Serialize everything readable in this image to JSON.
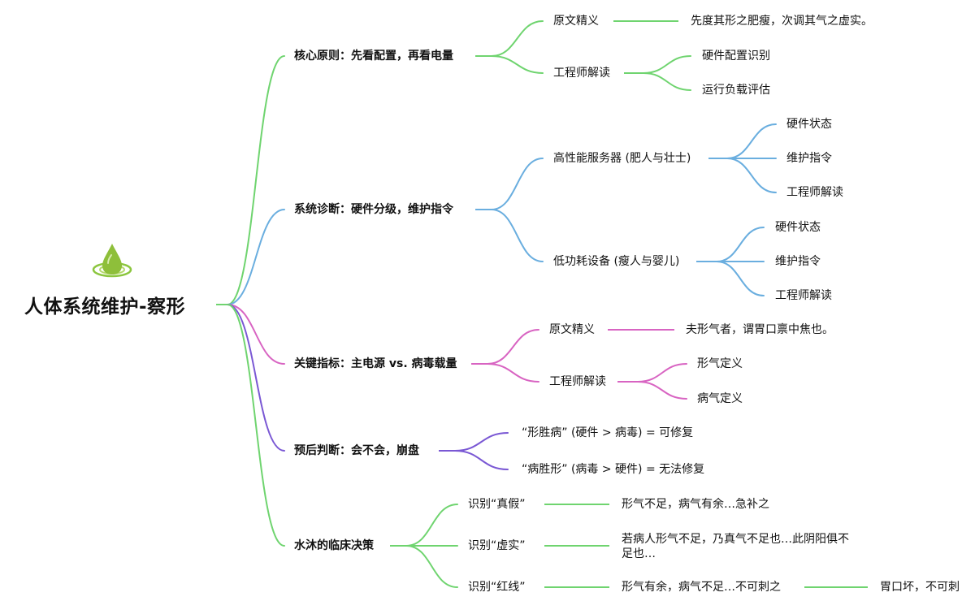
{
  "colors": {
    "green": "#6fd46f",
    "blue": "#6aaedf",
    "pink": "#d864c2",
    "purple": "#7a58d4"
  },
  "root": {
    "title": "人体系统维护-察形",
    "logo": "green-drop-logo"
  },
  "branches": [
    {
      "label": "核心原则：先看配置，再看电量",
      "color": "green",
      "children": [
        {
          "label": "原文精义",
          "children": [
            {
              "label": "先度其形之肥瘦，次调其气之虚实。"
            }
          ]
        },
        {
          "label": "工程师解读",
          "children": [
            {
              "label": "硬件配置识别"
            },
            {
              "label": "运行负载评估"
            }
          ]
        }
      ]
    },
    {
      "label": "系统诊断：硬件分级，维护指令",
      "color": "blue",
      "children": [
        {
          "label": "高性能服务器 (肥人与壮士)",
          "children": [
            {
              "label": "硬件状态"
            },
            {
              "label": "维护指令"
            },
            {
              "label": "工程师解读"
            }
          ]
        },
        {
          "label": "低功耗设备 (瘦人与婴儿)",
          "children": [
            {
              "label": "硬件状态"
            },
            {
              "label": "维护指令"
            },
            {
              "label": "工程师解读"
            }
          ]
        }
      ]
    },
    {
      "label": "关键指标：主电源 vs. 病毒载量",
      "color": "pink",
      "children": [
        {
          "label": "原文精义",
          "children": [
            {
              "label": "夫形气者，谓胃口禀中焦也。"
            }
          ]
        },
        {
          "label": "工程师解读",
          "children": [
            {
              "label": "形气定义"
            },
            {
              "label": "病气定义"
            }
          ]
        }
      ]
    },
    {
      "label": "预后判断：会不会，崩盘",
      "color": "purple",
      "children": [
        {
          "label": "“形胜病” (硬件 > 病毒) = 可修复"
        },
        {
          "label": "“病胜形” (病毒 > 硬件) = 无法修复"
        }
      ]
    },
    {
      "label": "水沐的临床决策",
      "color": "green",
      "children": [
        {
          "label": "识别“真假”",
          "children": [
            {
              "label": "形气不足，病气有余…急补之"
            }
          ]
        },
        {
          "label": "识别“虚实”",
          "children": [
            {
              "label": "若病人形气不足，乃真气不足也…此阴阳俱不足也…"
            }
          ]
        },
        {
          "label": "识别“红线”",
          "children": [
            {
              "label": "形气有余，病气不足…不可刺之",
              "children": [
                {
                  "label": "胃口坏，不可刺"
                }
              ]
            }
          ]
        }
      ]
    }
  ]
}
